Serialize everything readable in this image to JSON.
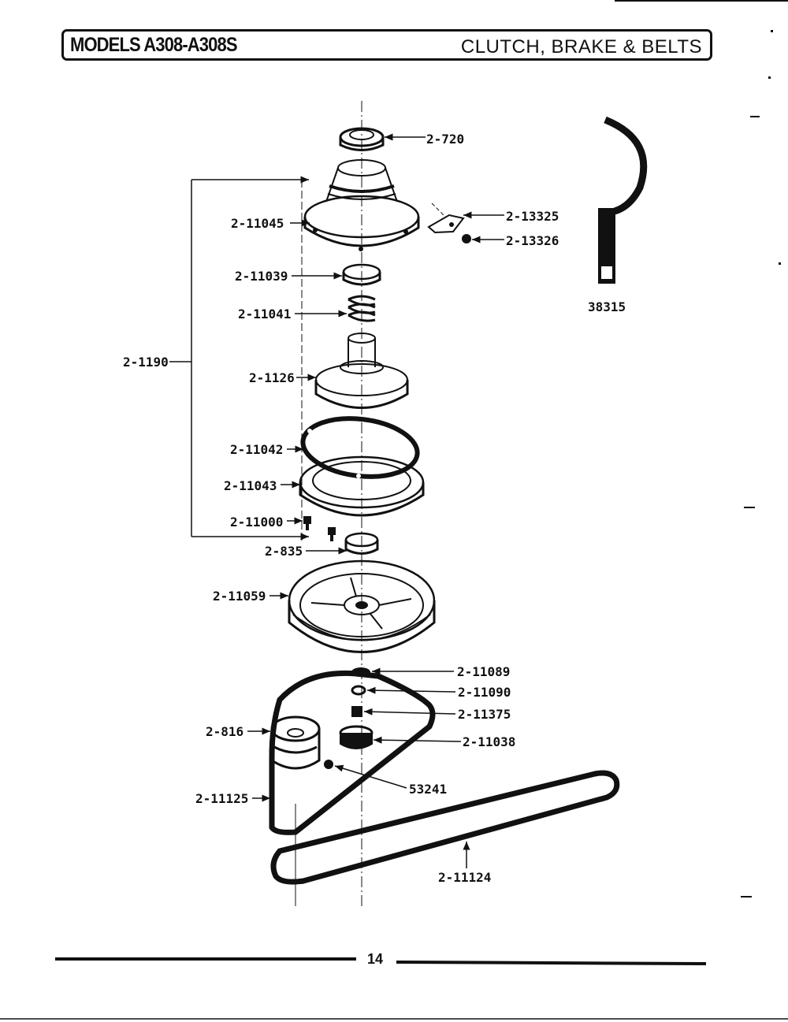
{
  "header": {
    "models": "MODELS A308-A308S",
    "section": "CLUTCH, BRAKE & BELTS"
  },
  "parts": {
    "p2_720": "2-720",
    "p2_11045": "2-11045",
    "p2_13325": "2-13325",
    "p2_13326": "2-13326",
    "p38315": "38315",
    "p2_11039": "2-11039",
    "p2_11041": "2-11041",
    "p2_1190": "2-1190",
    "p2_1126": "2-1126",
    "p2_11042": "2-11042",
    "p2_11043": "2-11043",
    "p2_11000": "2-11000",
    "p2_835": "2-835",
    "p2_11059": "2-11059",
    "p2_11089": "2-11089",
    "p2_11090": "2-11090",
    "p2_11375": "2-11375",
    "p2_11038": "2-11038",
    "p2_816": "2-816",
    "p53241": "53241",
    "p2_11125": "2-11125",
    "p2_11124": "2-11124"
  },
  "footer": {
    "page_number": "14"
  },
  "colors": {
    "ink": "#111111",
    "paper": "#ffffff"
  }
}
